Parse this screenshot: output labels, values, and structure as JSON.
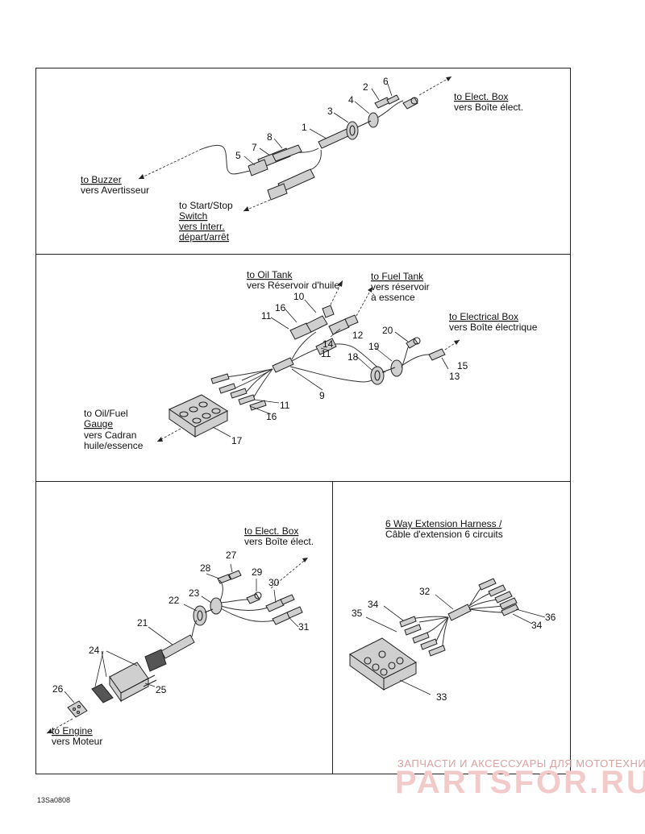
{
  "panel1": {
    "labels": {
      "elect_box_en": "to Elect. Box",
      "elect_box_fr": "vers Boîte élect.",
      "buzzer_en": "to Buzzer",
      "buzzer_fr": "vers Avertisseur",
      "startstop_en1": "to Start/Stop",
      "startstop_en2": "Switch",
      "startstop_fr1": "vers Interr.",
      "startstop_fr2": "départ/arrêt"
    },
    "callouts": [
      "1",
      "2",
      "3",
      "4",
      "5",
      "6",
      "7",
      "8"
    ]
  },
  "panel2": {
    "labels": {
      "oil_tank_en": "to Oil Tank",
      "oil_tank_fr": "vers Réservoir d'huile",
      "fuel_tank_en": "to Fuel Tank",
      "fuel_tank_fr1": "vers réservoir",
      "fuel_tank_fr2": "à essence",
      "electrical_box_en": "to Electrical Box",
      "electrical_box_fr": "vers Boîte électrique",
      "gauge_en1": "to Oil/Fuel",
      "gauge_en2": "Gauge",
      "gauge_fr1": "vers Cadran",
      "gauge_fr2": "huile/essence"
    },
    "callouts": [
      "9",
      "10",
      "11",
      "11",
      "11",
      "12",
      "13",
      "14",
      "15",
      "16",
      "16",
      "17",
      "18",
      "19",
      "20"
    ]
  },
  "panel3": {
    "labels": {
      "elect_box_en": "to Elect. Box",
      "elect_box_fr": "vers Boîte élect.",
      "engine_en": "to Engine",
      "engine_fr": "vers Moteur"
    },
    "callouts": [
      "21",
      "22",
      "23",
      "24",
      "25",
      "26",
      "27",
      "28",
      "29",
      "30",
      "31"
    ]
  },
  "panel4": {
    "labels": {
      "title_en": "6 Way Extension Harness /",
      "title_fr": "Câble d'extension 6 circuits"
    },
    "callouts": [
      "32",
      "33",
      "34",
      "34",
      "35",
      "36"
    ]
  },
  "figure_code": "13Sa0808",
  "watermark": {
    "line1": "ЗАПЧАСТИ И АКСЕССУАРЫ ДЛЯ МОТОТЕХНИКИ",
    "line2": "PARTSFOR.RU"
  }
}
